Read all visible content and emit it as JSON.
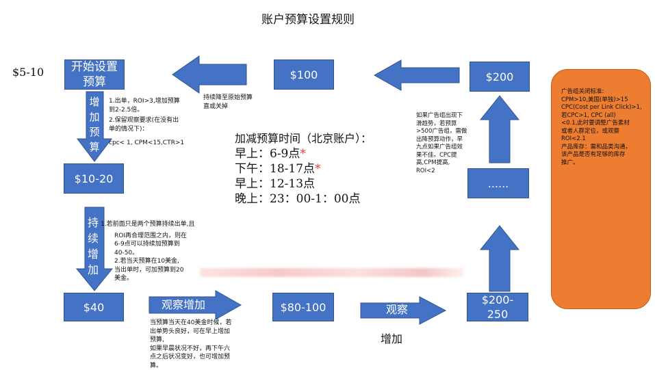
{
  "title": "账户预算设置规则",
  "side_label": "$5-10",
  "nodes": {
    "start": "开始设置预算",
    "n100": "$100",
    "n200": "$200",
    "n10_20": "$10-20",
    "dots": "......",
    "n40": "$40",
    "n80_100": "$80-100",
    "n200_250": "$200-250"
  },
  "arrow_labels": {
    "increase_budget": "增加预算",
    "keep_increasing": "持续增加",
    "observe_increase": "观察增加",
    "observe": "观察",
    "increase": "增加"
  },
  "notes": {
    "drop_back": [
      "持续降至原始预算",
      "直或关掉"
    ],
    "rule1": [
      "1.出单，ROI>3,增加预算",
      "到2-2.5倍。",
      "2.保留观察要求(在没有出",
      "单的情况下)：",
      "cpc< 1, CPM<15,CTR>1"
    ],
    "rule2": [
      "1.若前面只是两个预算持续出单,且",
      "ROI再合理范围之内，则在",
      "6-9点可以持续加预算到",
      "40-50。",
      "2.若当天预算在10美金,",
      "当出单时，可加预算到20",
      "美金。"
    ],
    "rule3": [
      "当预算当天在40美金时候，若",
      "出单势头良好，可在早上增加",
      "预算,",
      "如果早晨状况不好，再下午六",
      "点之后状况变好，也可增加预",
      "算。"
    ],
    "rule4": [
      "如果广告组出现下",
      "滑趋势，若预算",
      ">500广告组，需做",
      "出降预算动作，早",
      "九点如果广告组效",
      "果不佳。CPC提",
      "高,CPM提高,",
      "ROI<2"
    ]
  },
  "schedule": {
    "heading": "加减预算时间（北京账户）：",
    "items": [
      {
        "text": "早上：6-9点",
        "star": "*"
      },
      {
        "text": "下午：18-17点",
        "star": "*"
      },
      {
        "text": "早上：12-13点",
        "star": ""
      },
      {
        "text": "晚上：23：00-1：00点",
        "star": ""
      }
    ]
  },
  "close_rules": [
    "广告组关闭标准:",
    "CPM>10,美国(单独)>15",
    "CPC(Cost per Link Click)>1,",
    "若CPC>1, CPC (all)",
    "<0.1,此时要调整广告素材",
    "或者人群定位，或观察",
    "ROI<2.1",
    "产品库存：需和品类沟通，",
    "该产品是否有足够的库存",
    "推广。"
  ],
  "colors": {
    "node_blue": "#4472c4",
    "orange": "#ed7d31",
    "star_red": "#e23b3b"
  }
}
